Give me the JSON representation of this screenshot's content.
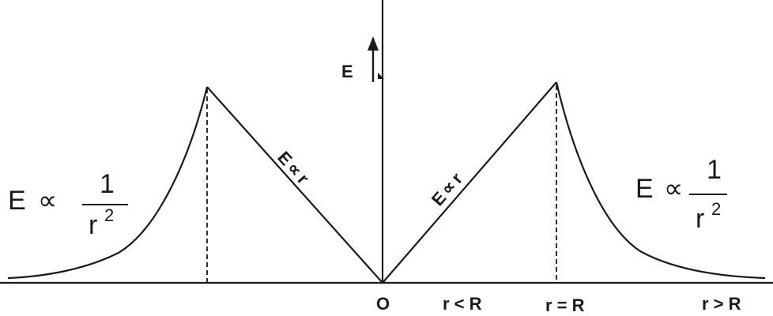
{
  "diagram": {
    "axis_label_E": "E",
    "origin_label": "O",
    "region_labels": {
      "inside": "r < R",
      "boundary": "r = R",
      "outside": "r > R"
    },
    "linear_label": {
      "E": "E",
      "prop": "∝",
      "r": "r"
    },
    "inverse_square_label": {
      "E": "E",
      "prop": "∝",
      "numerator": "1",
      "denominator_base": "r",
      "denominator_exp": "2"
    },
    "colors": {
      "line": "#1a1a1a",
      "background": "#ffffff"
    }
  }
}
